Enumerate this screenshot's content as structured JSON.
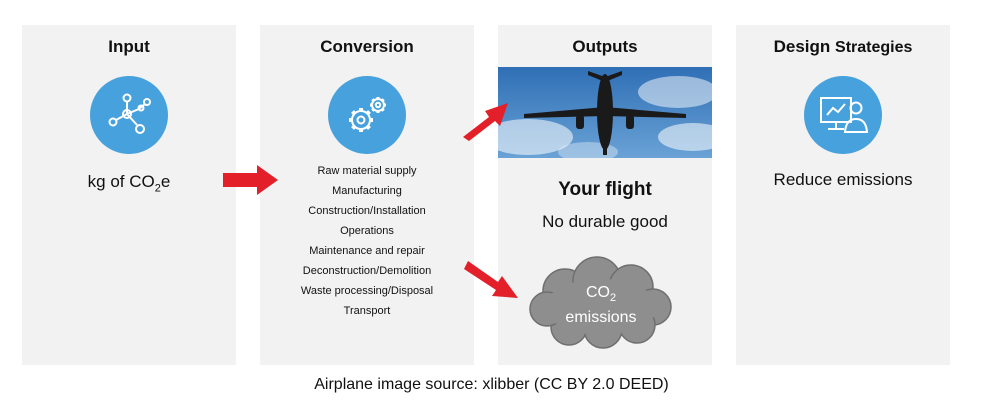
{
  "panels": {
    "input": {
      "title": "Input",
      "icon": "network-nodes-icon",
      "text_prefix": "kg of CO",
      "text_sub": "2",
      "text_suffix": "e"
    },
    "conversion": {
      "title": "Conversion",
      "icon": "gears-icon",
      "steps": [
        "Raw material supply",
        "Manufacturing",
        "Construction/Installation",
        "Operations",
        "Maintenance and repair",
        "Deconstruction/Demolition",
        "Waste processing/Disposal",
        "Transport"
      ]
    },
    "outputs": {
      "title": "Outputs",
      "image": "airplane-photo",
      "flight_title": "Your flight",
      "flight_sub": "No durable good",
      "cloud_line1": "CO",
      "cloud_sub": "2",
      "cloud_line2": "emissions"
    },
    "design": {
      "title_main": "Design",
      "title_small": "Strategies",
      "icon": "presenter-screen-icon",
      "text": "Reduce emissions"
    }
  },
  "caption": "Airplane image source: xlibber (CC BY 2.0 DEED)",
  "colors": {
    "panel": "#f2f2f2",
    "icon_circle": "#47a1dc",
    "arrow": "#e3202a",
    "cloud": "#8e8e8e",
    "sky": "#3f82c6"
  }
}
